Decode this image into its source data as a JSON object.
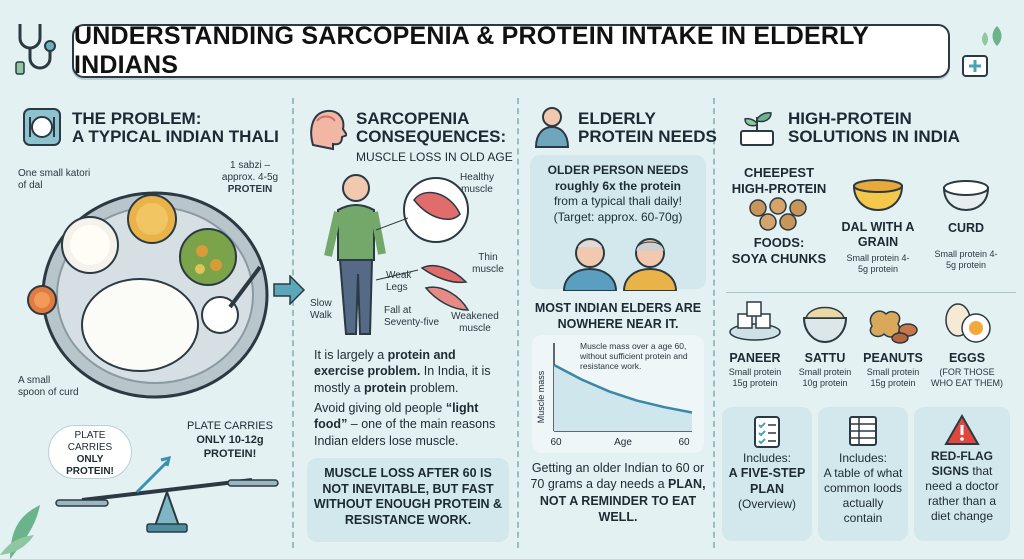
{
  "title": "UNDERSTANDING SARCOPENIA & PROTEIN INTAKE IN ELDERLY INDIANS",
  "col1": {
    "heading_1": "THE PROBLEM:",
    "heading_2": "A TYPICAL INDIAN THALI",
    "label_dal": "One small katori of dal",
    "label_sabzi_1": "1 sabzi –",
    "label_sabzi_2": "approx. 4-5g",
    "label_sabzi_3": "PROTEIN",
    "label_curd": "A small spoon of curd",
    "plate_left_1": "PLATE",
    "plate_left_2": "CARRIES",
    "plate_left_3": "ONLY",
    "plate_left_4": "PROTEIN!",
    "plate_right_1": "PLATE CARRIES",
    "plate_right_2": "ONLY 10-12g",
    "plate_right_3": "PROTEIN!"
  },
  "col2": {
    "heading_1": "SARCOPENIA",
    "heading_2": "CONSEQUENCES:",
    "subheading": "MUSCLE LOSS IN OLD AGE",
    "label_healthy": "Healthy muscle",
    "label_thin": "Thin muscle",
    "label_weakened": "Weakened muscle",
    "label_weak_legs": "Weak Legs",
    "label_slow_walk": "Slow Walk",
    "label_fall": "Fall at Seventy-five",
    "para1_a": "It is largely a ",
    "para1_b": "protein and exercise problem.",
    "para1_c": " In India, it is mostly a ",
    "para1_d": "protein",
    "para1_e": " problem.",
    "para2_a": "Avoid giving old people ",
    "para2_b": "“light food”",
    "para2_c": " – one of the main reasons Indian elders lose muscle.",
    "callout": "MUSCLE LOSS AFTER 60 IS NOT INEVITABLE, BUT FAST WITHOUT ENOUGH PROTEIN & RESISTANCE WORK."
  },
  "col3": {
    "heading_1": "ELDERLY",
    "heading_2": "PROTEIN NEEDS",
    "card_1": "OLDER PERSON NEEDS",
    "card_2": "roughly 6x the protein",
    "card_3": "from a typical thali daily!",
    "card_4": "(Target: approx. 60-70g)",
    "nowhere": "MOST INDIAN ELDERS ARE NOWHERE NEAR IT.",
    "bottom_a": "Getting an older Indian to 60 or 70 grams a day needs a ",
    "bottom_b": "PLAN, NOT A REMINDER TO EAT WELL."
  },
  "chart_data": {
    "type": "line",
    "title": "",
    "annotation": "Muscle mass over a age 60, without sufficient protein and resistance work.",
    "xlabel": "Age",
    "ylabel": "Muscle mass",
    "x_ticks": [
      "60",
      "60"
    ],
    "series": [
      {
        "values": [
          1.0,
          0.78,
          0.6,
          0.46,
          0.36,
          0.28
        ]
      }
    ]
  },
  "col4": {
    "heading_1": "HIGH-PROTEIN",
    "heading_2": "SOLUTIONS IN INDIA",
    "cheapest_1": "CHEEPEST",
    "cheapest_2": "HIGH-PROTEIN",
    "cheapest_3": "FOODS:",
    "cheapest_4": "SOYA CHUNKS",
    "foods": [
      {
        "name": "DAL WITH A GRAIN",
        "note": "Small protein 4-5g protein"
      },
      {
        "name": "CURD",
        "note": "Small protein 4-5g protein"
      },
      {
        "name": "PANEER",
        "note": "Small protein 15g protein"
      },
      {
        "name": "SATTU",
        "note": "Small protein 10g protein"
      },
      {
        "name": "PEANUTS",
        "note": "Small protein 15g protein"
      },
      {
        "name": "EGGS",
        "note": "(FOR THOSE WHO EAT THEM)"
      }
    ],
    "box1_a": "Includes:",
    "box1_b": "A FIVE-STEP PLAN",
    "box1_c": "(Overview)",
    "box2_a": "Includes:",
    "box2_b": "A table of what common loods actually contain",
    "box3_a": "RED-FLAG SIGNS",
    "box3_b": " that need a doctor rather than a diet change"
  }
}
